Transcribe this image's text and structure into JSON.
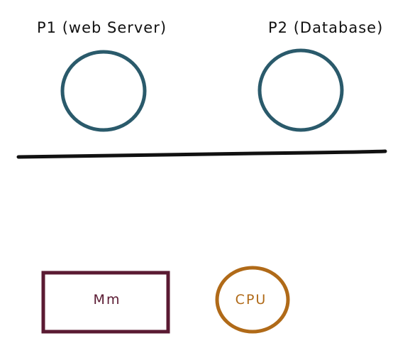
{
  "labels": {
    "p1": "P1 (web Server)",
    "p2": "P2 (Database)",
    "memory": "Mm",
    "cpu": "CPU"
  },
  "colors": {
    "process": "#2a5a6b",
    "boundary": "#111111",
    "memory": "#5a1a32",
    "cpu": "#b06a18",
    "text": "#111111"
  }
}
